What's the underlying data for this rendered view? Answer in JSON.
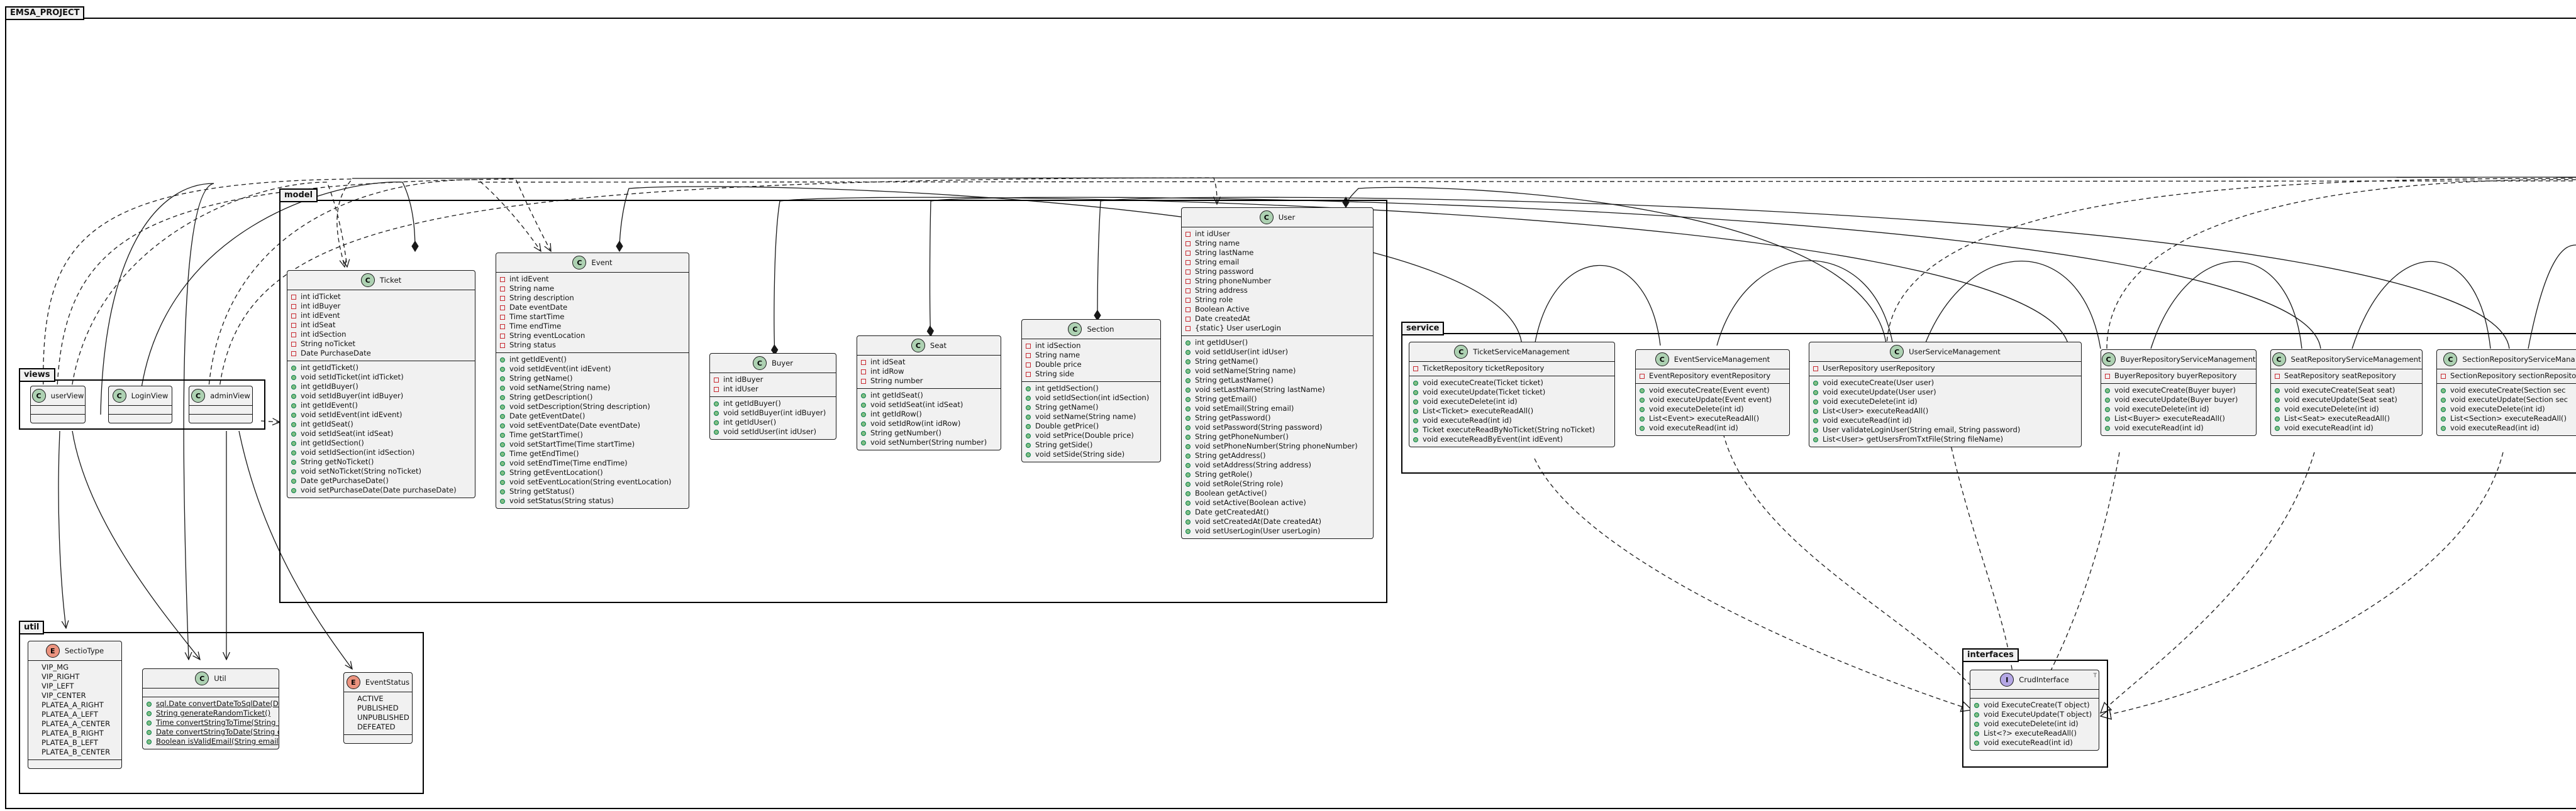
{
  "outer_package": "EMSA_PROJECT",
  "packages": {
    "views": "views",
    "model": "model",
    "service": "service",
    "util": "util",
    "interfaces": "interfaces"
  },
  "colors": {
    "class_badge": "#ADD1B2",
    "enum_badge": "#EB937F",
    "interface_badge": "#B4A7E5",
    "private_marker": "#C82930",
    "public_marker": "#84BE84",
    "box_fill": "#F1F1F1"
  },
  "classes": {
    "userView": {
      "name": "userView",
      "kind": "C",
      "fields": [],
      "methods": []
    },
    "LoginView": {
      "name": "LoginView",
      "kind": "C",
      "fields": [],
      "methods": []
    },
    "adminView": {
      "name": "adminView",
      "kind": "C",
      "fields": [],
      "methods": []
    },
    "Ticket": {
      "name": "Ticket",
      "kind": "C",
      "fields": [
        "int idTicket",
        "int idBuyer",
        "int idEvent",
        "int idSeat",
        "int idSection",
        "String noTicket",
        "Date PurchaseDate"
      ],
      "methods": [
        "int getIdTicket()",
        "void setIdTicket(int idTicket)",
        "int getIdBuyer()",
        "void setIdBuyer(int idBuyer)",
        "int getIdEvent()",
        "void setIdEvent(int idEvent)",
        "int getIdSeat()",
        "void setIdSeat(int idSeat)",
        "int getIdSection()",
        "void setIdSection(int idSection)",
        "String getNoTicket()",
        "void setNoTicket(String noTicket)",
        "Date getPurchaseDate()",
        "void setPurchaseDate(Date purchaseDate)"
      ]
    },
    "Event": {
      "name": "Event",
      "kind": "C",
      "fields": [
        "int idEvent",
        "String name",
        "String description",
        "Date eventDate",
        "Time startTime",
        "Time endTime",
        "String eventLocation",
        "String status"
      ],
      "methods": [
        "int getIdEvent()",
        "void setIdEvent(int idEvent)",
        "String getName()",
        "void setName(String name)",
        "String getDescription()",
        "void setDescription(String description)",
        "Date getEventDate()",
        "void setEventDate(Date eventDate)",
        "Time getStartTime()",
        "void setStartTime(Time startTime)",
        "Time getEndTime()",
        "void setEndTime(Time endTime)",
        "String getEventLocation()",
        "void setEventLocation(String eventLocation)",
        "String getStatus()",
        "void setStatus(String status)"
      ]
    },
    "Buyer": {
      "name": "Buyer",
      "kind": "C",
      "fields": [
        "int idBuyer",
        "int idUser"
      ],
      "methods": [
        "int getIdBuyer()",
        "void setIdBuyer(int idBuyer)",
        "int getIdUser()",
        "void setIdUser(int idUser)"
      ]
    },
    "Seat": {
      "name": "Seat",
      "kind": "C",
      "fields": [
        "int idSeat",
        "int idRow",
        "String number"
      ],
      "methods": [
        "int getIdSeat()",
        "void setIdSeat(int idSeat)",
        "int getIdRow()",
        "void setIdRow(int idRow)",
        "String getNumber()",
        "void setNumber(String number)"
      ]
    },
    "Section": {
      "name": "Section",
      "kind": "C",
      "fields": [
        "int idSection",
        "String name",
        "Double price",
        "String side"
      ],
      "methods": [
        "int getIdSection()",
        "void setIdSection(int idSection)",
        "String getName()",
        "void setName(String name)",
        "Double getPrice()",
        "void setPrice(Double price)",
        "String getSide()",
        "void setSide(String side)"
      ]
    },
    "User": {
      "name": "User",
      "kind": "C",
      "fields": [
        "int idUser",
        "String name",
        "String lastName",
        "String email",
        "String password",
        "String phoneNumber",
        "String address",
        "String role",
        "Boolean Active",
        "Date createdAt",
        "{static} User userLogin"
      ],
      "methods": [
        "int getIdUser()",
        "void setIdUser(int idUser)",
        "String getName()",
        "void setName(String name)",
        "String getLastName()",
        "void setLastName(String lastName)",
        "String getEmail()",
        "void setEmail(String email)",
        "String getPassword()",
        "void setPassword(String password)",
        "String getPhoneNumber()",
        "void setPhoneNumber(String phoneNumber)",
        "String getAddress()",
        "void setAddress(String address)",
        "String getRole()",
        "void setRole(String role)",
        "Boolean getActive()",
        "void setActive(Boolean active)",
        "Date getCreatedAt()",
        "void setCreatedAt(Date createdAt)",
        "void setUserLogin(User userLogin)"
      ]
    },
    "TicketServiceManagement": {
      "name": "TicketServiceManagement",
      "kind": "C",
      "fields": [
        "TicketRepository ticketRepository"
      ],
      "methods": [
        "void executeCreate(Ticket ticket)",
        "void executeUpdate(Ticket ticket)",
        "void executeDelete(int id)",
        "List<Ticket> executeReadAll()",
        "void executeRead(int id)",
        "Ticket executeReadByNoTicket(String noTicket)",
        "void executeReadByEvent(int idEvent)"
      ]
    },
    "EventServiceManagement": {
      "name": "EventServiceManagement",
      "kind": "C",
      "fields": [
        "EventRepository eventRepository"
      ],
      "methods": [
        "void executeCreate(Event event)",
        "void executeUpdate(Event event)",
        "void executeDelete(int id)",
        "List<Event> executeReadAll()",
        "void executeRead(int id)"
      ]
    },
    "UserServiceManagement": {
      "name": "UserServiceManagement",
      "kind": "C",
      "fields": [
        "UserRepository userRepository"
      ],
      "methods": [
        "void executeCreate(User user)",
        "void executeUpdate(User user)",
        "void executeDelete(int id)",
        "List<User> executeReadAll()",
        "void executeRead(int id)",
        "User validateLoginUser(String email, String password)",
        "List<User> getUsersFromTxtFile(String fileName)"
      ]
    },
    "BuyerRepositoryServiceManagement": {
      "name": "BuyerRepositoryServiceManagement",
      "kind": "C",
      "fields": [
        "BuyerRepository buyerRepository"
      ],
      "methods": [
        "void executeCreate(Buyer buyer)",
        "void executeUpdate(Buyer buyer)",
        "void executeDelete(int id)",
        "List<Buyer> executeReadAll()",
        "void executeRead(int id)"
      ]
    },
    "SeatRepositoryServiceManagement": {
      "name": "SeatRepositoryServiceManagement",
      "kind": "C",
      "fields": [
        "SeatRepository seatRepository"
      ],
      "methods": [
        "void executeCreate(Seat seat)",
        "void executeUpdate(Seat seat)",
        "void executeDelete(int id)",
        "List<Seat> executeReadAll()",
        "void executeRead(int id)"
      ]
    },
    "SectionRepositoryServiceManagement": {
      "name": "SectionRepositoryServiceMana",
      "kind": "C",
      "fields": [
        "SectionRepository sectionRepository"
      ],
      "methods": [
        "void executeCreate(Section sec",
        "void executeUpdate(Section sec",
        "void executeDelete(int id)",
        "List<Section> executeReadAll()",
        "void executeRead(int id)"
      ]
    },
    "SectioType": {
      "name": "SectioType",
      "kind": "E",
      "fields": [
        "VIP_MG",
        "VIP_RIGHT",
        "VIP_LEFT",
        "VIP_CENTER",
        "PLATEA_A_RIGHT",
        "PLATEA_A_LEFT",
        "PLATEA_A_CENTER",
        "PLATEA_B_RIGHT",
        "PLATEA_B_LEFT",
        "PLATEA_B_CENTER"
      ],
      "methods": []
    },
    "Util": {
      "name": "Util",
      "kind": "C",
      "fields": [],
      "methods": [
        "sql.Date convertDateToSqlDate(Date date)",
        "String generateRandomTicket()",
        "Time convertStringToTime(String time)",
        "Date convertStringToDate(String date)",
        "Boolean isValidEmail(String email)"
      ]
    },
    "EventStatus": {
      "name": "EventStatus",
      "kind": "E",
      "fields": [
        "ACTIVE",
        "PUBLISHED",
        "UNPUBLISHED",
        "DEFEATED"
      ],
      "methods": []
    },
    "CrudInterface": {
      "name": "CrudInterface",
      "kind": "I",
      "stereotype": "T",
      "fields": [],
      "methods": [
        "void ExecuteCreate(T object)",
        "void ExecuteUpdate(T object)",
        "void executeDelete(int id)",
        "List<?> executeReadAll()",
        "void executeRead(int id)"
      ]
    }
  }
}
